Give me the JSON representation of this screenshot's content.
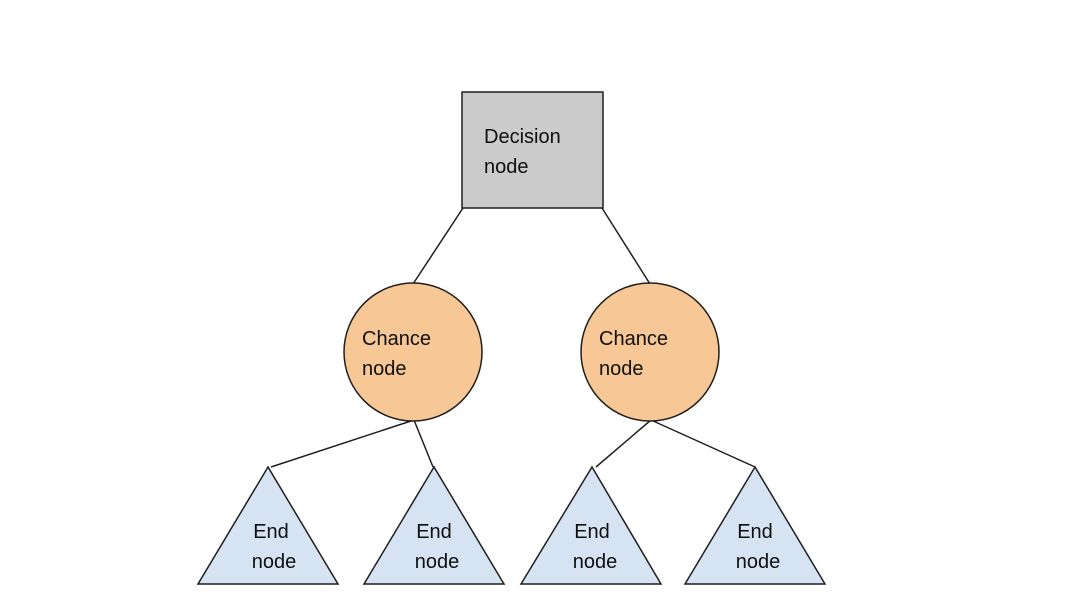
{
  "diagram": {
    "background": "#ffffff",
    "stroke_color": "#1f1f1f",
    "text_color": "#0f0f0f",
    "nodes": [
      {
        "id": "decision-1",
        "type": "decision",
        "shape": "square",
        "line1": "Decision",
        "line2": "node",
        "fill": "#cbcbcb"
      },
      {
        "id": "chance-1",
        "type": "chance",
        "shape": "circle",
        "line1": "Chance",
        "line2": "node",
        "fill": "#f7c795"
      },
      {
        "id": "chance-2",
        "type": "chance",
        "shape": "circle",
        "line1": "Chance",
        "line2": "node",
        "fill": "#f7c795"
      },
      {
        "id": "end-1",
        "type": "end",
        "shape": "triangle",
        "line1": "End",
        "line2": "node",
        "fill": "#d6e3f2"
      },
      {
        "id": "end-2",
        "type": "end",
        "shape": "triangle",
        "line1": "End",
        "line2": "node",
        "fill": "#d6e3f2"
      },
      {
        "id": "end-3",
        "type": "end",
        "shape": "triangle",
        "line1": "End",
        "line2": "node",
        "fill": "#d6e3f2"
      },
      {
        "id": "end-4",
        "type": "end",
        "shape": "triangle",
        "line1": "End",
        "line2": "node",
        "fill": "#d6e3f2"
      }
    ],
    "edges": [
      {
        "from": "decision-1",
        "to": "chance-1"
      },
      {
        "from": "decision-1",
        "to": "chance-2"
      },
      {
        "from": "chance-1",
        "to": "end-1"
      },
      {
        "from": "chance-1",
        "to": "end-2"
      },
      {
        "from": "chance-2",
        "to": "end-3"
      },
      {
        "from": "chance-2",
        "to": "end-4"
      }
    ]
  }
}
